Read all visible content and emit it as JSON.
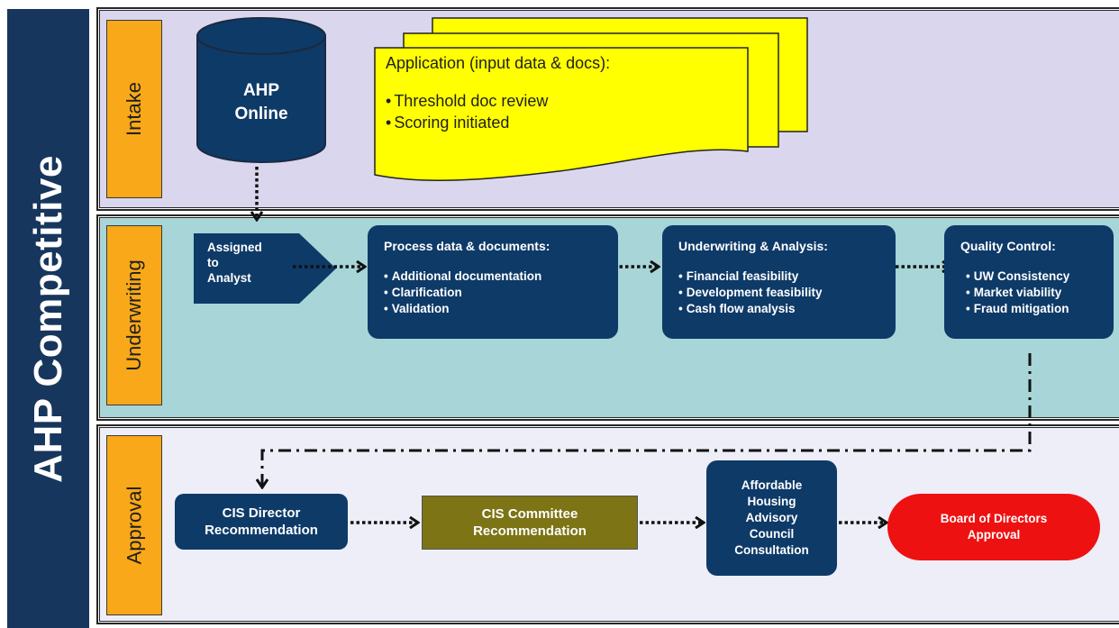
{
  "title": "AHP Competitive",
  "lanes": {
    "intake": "Intake",
    "underwriting": "Underwriting",
    "approval": "Approval"
  },
  "intake": {
    "database": "AHP\nOnline",
    "application": {
      "title": "Application  (input data & docs):",
      "items": [
        "Threshold doc review",
        "Scoring initiated"
      ]
    }
  },
  "underwriting": {
    "assigned": "Assigned\nto\nAnalyst",
    "process": {
      "title": "Process data & documents:",
      "items": [
        "Additional documentation",
        "Clarification",
        "Validation"
      ]
    },
    "analysis": {
      "title": "Underwriting & Analysis:",
      "items": [
        "Financial feasibility",
        "Development feasibility",
        "Cash flow analysis"
      ]
    },
    "qc": {
      "title": "Quality Control:",
      "items": [
        "UW Consistency",
        "Market viability",
        "Fraud mitigation"
      ]
    }
  },
  "approval": {
    "cis_director": "CIS Director\nRecommendation",
    "cis_committee": "CIS Committee\nRecommendation",
    "advisory": "Affordable\nHousing\nAdvisory\nCouncil\nConsultation",
    "board": "Board of Directors\nApproval"
  },
  "colors": {
    "navy": "#0e3a68",
    "side_band": "#17365d",
    "lane_tab": "#f8a818",
    "doc_yellow": "#ffff00",
    "committee_olive": "#7c7415",
    "board_red": "#ee1111",
    "intake_bg": "#d9d6ee",
    "underwriting_bg": "#a7d5d8",
    "approval_bg": "#eeeef8"
  }
}
